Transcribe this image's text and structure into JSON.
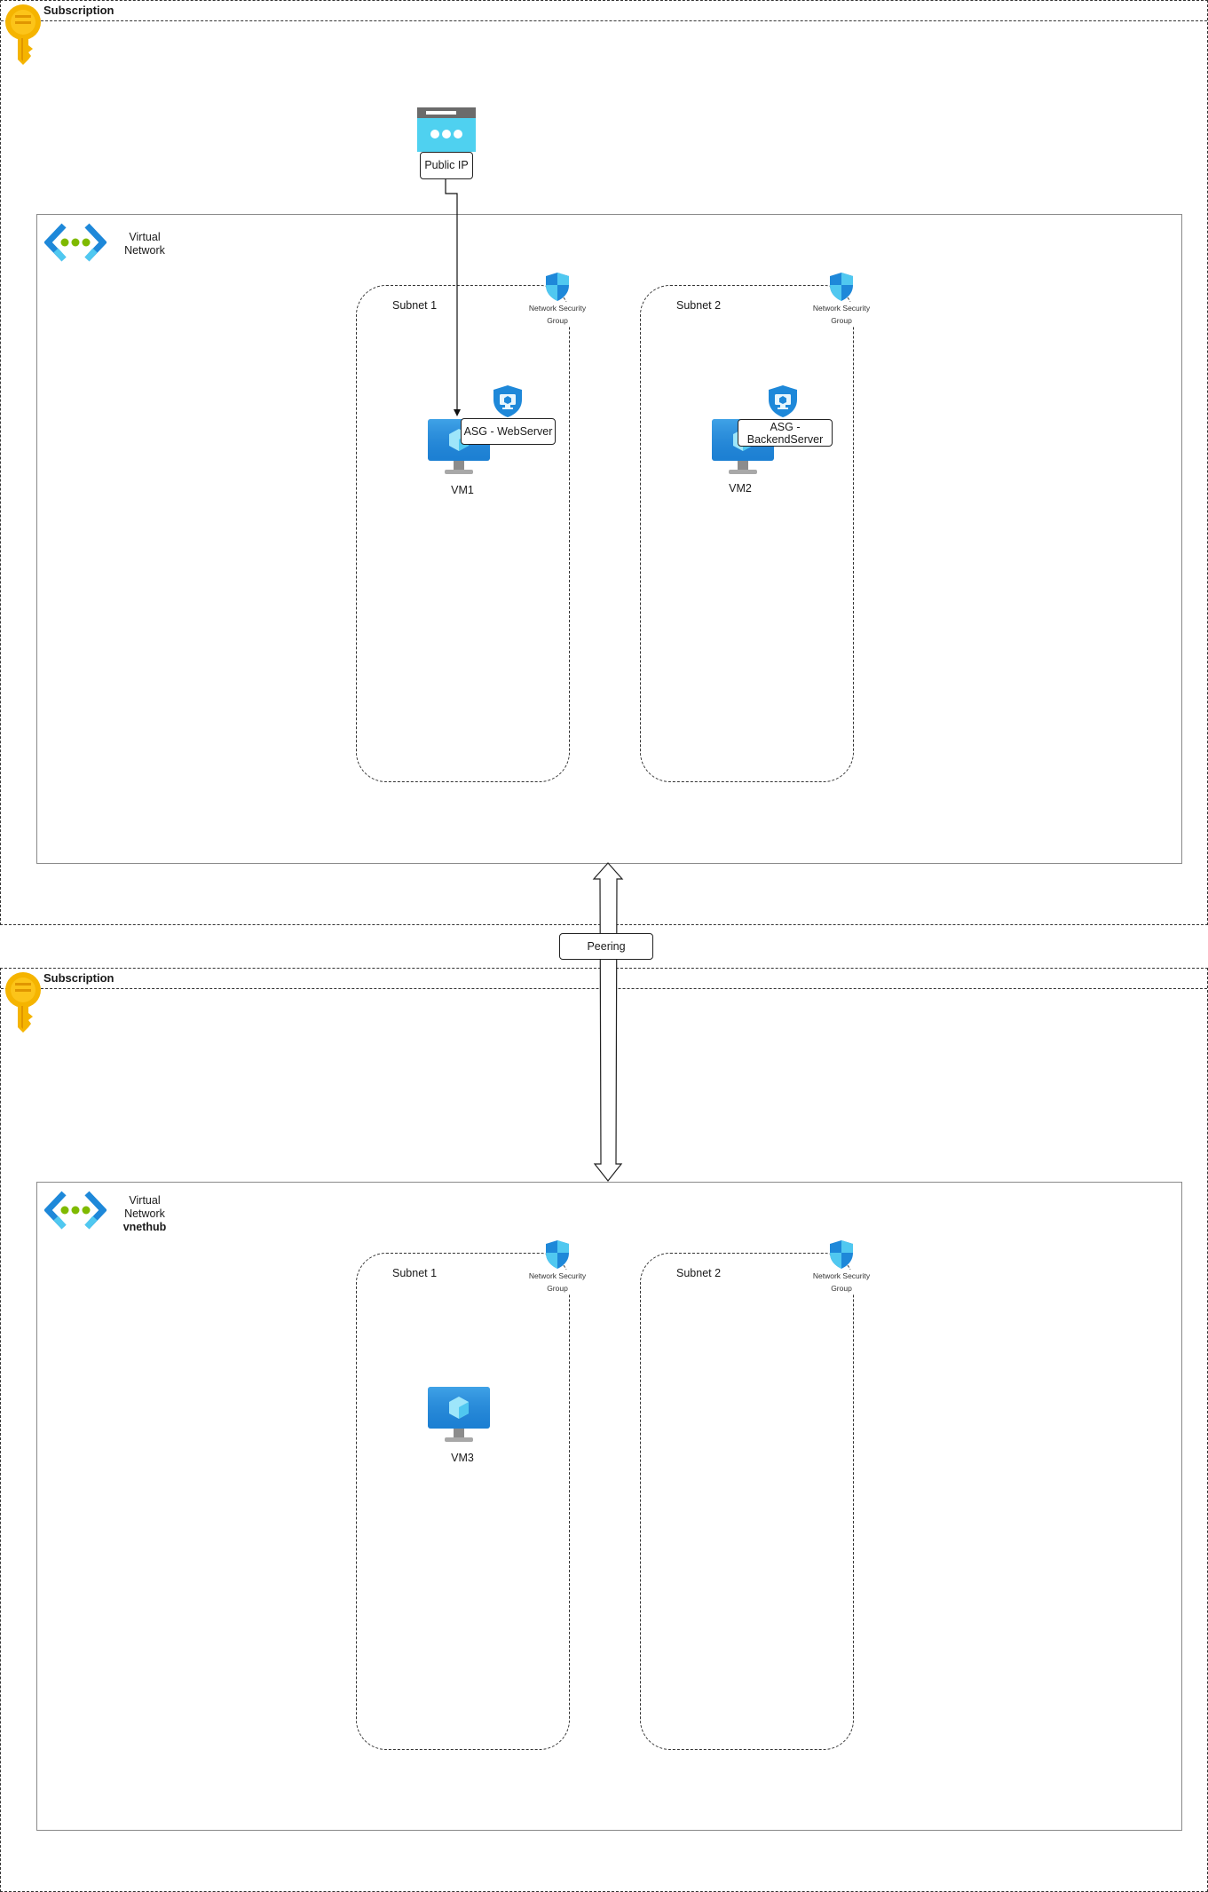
{
  "subscriptions": [
    {
      "title": "Subscription",
      "vnet": {
        "label_line1": "Virtual",
        "label_line2": "Network",
        "name": "",
        "subnets": [
          {
            "label": "Subnet 1",
            "nsg_line1": "Network Security",
            "nsg_line2": "Group"
          },
          {
            "label": "Subnet 2",
            "nsg_line1": "Network Security",
            "nsg_line2": "Group"
          }
        ],
        "vms": [
          {
            "label": "VM1",
            "asg": "ASG - WebServer"
          },
          {
            "label": "VM2",
            "asg_line1": "ASG -",
            "asg_line2": "BackendServer"
          }
        ]
      },
      "public_ip": "Public IP"
    },
    {
      "title": "Subscription",
      "vnet": {
        "label_line1": "Virtual",
        "label_line2": "Network",
        "name": "vnethub",
        "subnets": [
          {
            "label": "Subnet 1",
            "nsg_line1": "Network Security",
            "nsg_line2": "Group"
          },
          {
            "label": "Subnet 2",
            "nsg_line1": "Network Security",
            "nsg_line2": "Group"
          }
        ],
        "vms": [
          {
            "label": "VM3"
          }
        ]
      }
    }
  ],
  "peering_label": "Peering",
  "icons": {
    "key": "key-icon",
    "vnet": "virtual-network-icon",
    "nsg": "shield-icon",
    "asg": "application-security-group-icon",
    "vm": "monitor-icon",
    "public_ip": "public-ip-icon"
  },
  "colors": {
    "key": "#f5b400",
    "azure_blue": "#1e88d9",
    "vnet_green": "#7fba00",
    "pip_gray": "#6b6b6b",
    "pip_cyan": "#4fd1f0"
  }
}
